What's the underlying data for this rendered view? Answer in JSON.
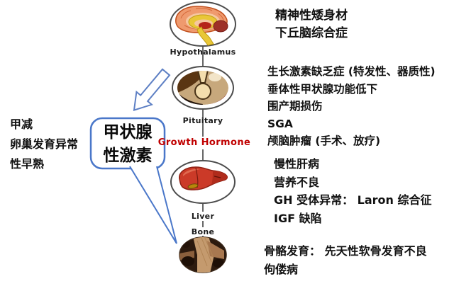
{
  "figure": {
    "axis": {
      "hypothalamus_label": "Hypothalamus",
      "pituitary_label": "Pituitary",
      "growth_hormone_label": "Growth Hormone",
      "liver_label": "Liver",
      "bone_label": "Bone"
    },
    "callout": {
      "line1": "甲状腺",
      "line2": "性激素"
    },
    "left_notes": {
      "line1": "甲减",
      "line2": "卵巢发育异常",
      "line3": "性早熟"
    },
    "right_notes": {
      "hypothalamus": {
        "line1": "精神性矮身材",
        "line2": "下丘脑综合症"
      },
      "pituitary": {
        "line1": "生长激素缺乏症 (特发性、器质性)",
        "line2": "垂体性甲状腺功能低下",
        "line3": "围产期损伤",
        "line4": "SGA",
        "line5": "颅脑肿瘤 (手术、放疗)"
      },
      "liver": {
        "line1": "慢性肝病",
        "line2": "营养不良",
        "line3": "GH 受体异常： Laron 综合征",
        "line4": "IGF 缺陷"
      },
      "bone": {
        "line1": "骨骼发育： 先天性软骨发育不良",
        "line2": "佝偻病"
      }
    },
    "colors": {
      "accent_blue": "#4a77c9",
      "growth_hormone_red": "#c00000",
      "ellipse_stroke": "#4d4d4d",
      "text_black": "#111111"
    }
  }
}
